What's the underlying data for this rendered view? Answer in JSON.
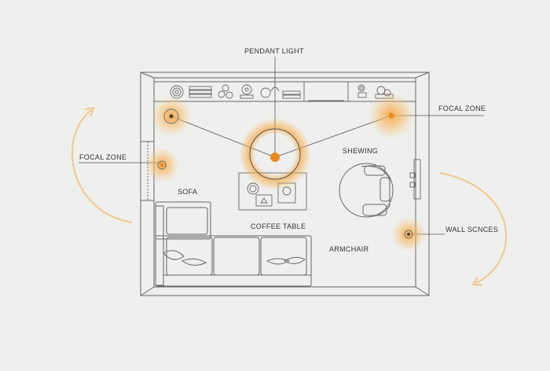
{
  "labels": {
    "pendant_light": "PENDANT LIGHT",
    "focal_zone_left": "FOCAL ZONE",
    "focal_zone_right": "FOCAL ZONE",
    "shelving": "SHEWING",
    "sofa": "SOFA",
    "coffee_table": "COFFEE TABLE",
    "armchair": "ARMCHAIR",
    "wall_sconces": "WALL SCNCES"
  },
  "colors": {
    "background": "#efefed",
    "line": "#666666",
    "glow": "#f5a33a",
    "light_core": "#e98a1f",
    "arrow": "#efc88f"
  },
  "icons": {
    "flow_arrows": "curved-arrow-icon",
    "lights": "light-glow-icon"
  }
}
